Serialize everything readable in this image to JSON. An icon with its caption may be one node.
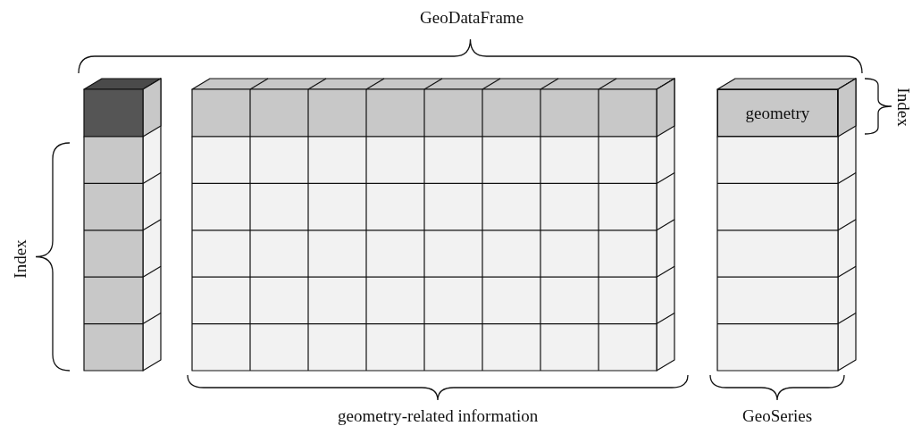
{
  "diagram": {
    "nodes": [
      {
        "text": [
          "geometry"
        ]
      }
    ],
    "labels": [
      "GeoDataFrame",
      "Index",
      "Index",
      "geometry-related information",
      "GeoSeries"
    ]
  }
}
